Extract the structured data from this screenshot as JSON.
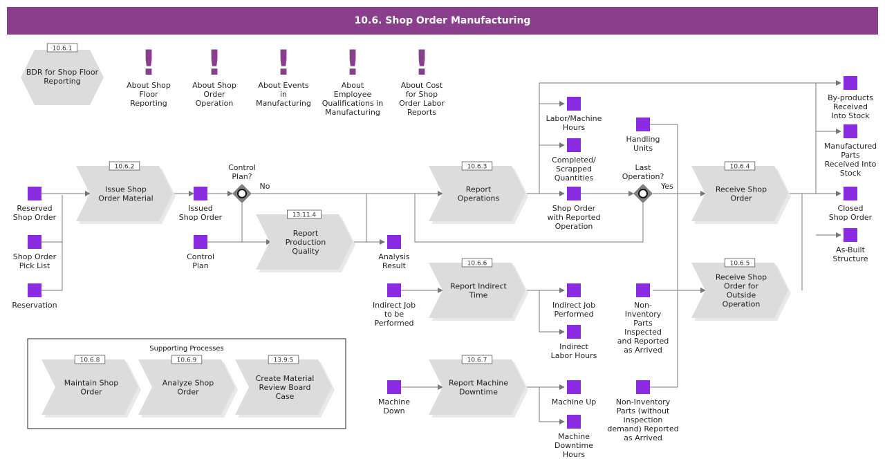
{
  "title": "10.6. Shop Order Manufacturing",
  "colors": {
    "header": "#8a3f8c",
    "object": "#8a2be2",
    "process": "#dcdcdc",
    "gateway": "#808080"
  },
  "hexagon": {
    "tag": "10.6.1",
    "label": [
      "BDR for Shop Floor",
      "Reporting"
    ]
  },
  "notes": [
    {
      "label": [
        "About Shop",
        "Floor",
        "Reporting"
      ]
    },
    {
      "label": [
        "About Shop",
        "Order",
        "Operation"
      ]
    },
    {
      "label": [
        "About Events",
        "in",
        "Manufacturing"
      ]
    },
    {
      "label": [
        "About",
        "Employee",
        "Qualifications in",
        "Manufacturing"
      ]
    },
    {
      "label": [
        "About Cost",
        "for Shop",
        "Order Labor",
        "Reports"
      ]
    }
  ],
  "processes": [
    {
      "id": "issue",
      "tag": "10.6.2",
      "label": [
        "Issue Shop",
        "Order Material"
      ]
    },
    {
      "id": "quality",
      "tag": "13.11.4",
      "label": [
        "Report",
        "Production",
        "Quality"
      ]
    },
    {
      "id": "report_ops",
      "tag": "10.6.3",
      "label": [
        "Report",
        "Operations"
      ]
    },
    {
      "id": "indirect",
      "tag": "10.6.6",
      "label": [
        "Report Indirect",
        "Time"
      ]
    },
    {
      "id": "downtime",
      "tag": "10.6.7",
      "label": [
        "Report Machine",
        "Downtime"
      ]
    },
    {
      "id": "receive",
      "tag": "10.6.4",
      "label": [
        "Receive Shop",
        "Order"
      ]
    },
    {
      "id": "receive_outside",
      "tag": "10.6.5",
      "label": [
        "Receive Shop",
        "Order for",
        "Outside",
        "Operation"
      ]
    }
  ],
  "objects": [
    {
      "id": "reserved",
      "label": [
        "Reserved",
        "Shop Order"
      ]
    },
    {
      "id": "picklist",
      "label": [
        "Shop Order",
        "Pick List"
      ]
    },
    {
      "id": "reservation",
      "label": [
        "Reservation"
      ]
    },
    {
      "id": "issued",
      "label": [
        "Issued",
        "Shop Order"
      ]
    },
    {
      "id": "control_plan",
      "label": [
        "Control",
        "Plan"
      ]
    },
    {
      "id": "analysis",
      "label": [
        "Analysis",
        "Result"
      ]
    },
    {
      "id": "indirect_job",
      "label": [
        "Indirect Job",
        "to be",
        "Performed"
      ]
    },
    {
      "id": "machine_down",
      "label": [
        "Machine",
        "Down"
      ]
    },
    {
      "id": "labor_hours",
      "label": [
        "Labor/Machine",
        "Hours"
      ]
    },
    {
      "id": "completed",
      "label": [
        "Completed/",
        "Scrapped",
        "Quantities"
      ]
    },
    {
      "id": "reported_op",
      "label": [
        "Shop Order",
        "with Reported",
        "Operation"
      ]
    },
    {
      "id": "indirect_performed",
      "label": [
        "Indirect Job",
        "Performed"
      ]
    },
    {
      "id": "indirect_labor",
      "label": [
        "Indirect",
        "Labor Hours"
      ]
    },
    {
      "id": "machine_up",
      "label": [
        "Machine Up"
      ]
    },
    {
      "id": "downtime_hours",
      "label": [
        "Machine",
        "Downtime",
        "Hours"
      ]
    },
    {
      "id": "handling",
      "label": [
        "Handling",
        "Units"
      ]
    },
    {
      "id": "noninv_inspected",
      "label": [
        "Non-",
        "Inventory",
        "Parts",
        "Inspected",
        "and Reported",
        "as Arrived"
      ]
    },
    {
      "id": "noninv_noinsp",
      "label": [
        "Non-Inventory",
        "Parts (without",
        "inspection",
        "demand) Reported",
        "as Arrived"
      ]
    },
    {
      "id": "byproducts",
      "label": [
        "By-products",
        "Received",
        "Into Stock"
      ]
    },
    {
      "id": "manufactured",
      "label": [
        "Manufactured",
        "Parts",
        "Received Into",
        "Stock"
      ]
    },
    {
      "id": "closed",
      "label": [
        "Closed",
        "Shop Order"
      ]
    },
    {
      "id": "asbuilt",
      "label": [
        "As-Built",
        "Structure"
      ]
    }
  ],
  "gateways": [
    {
      "id": "control",
      "label": [
        "Control",
        "Plan?"
      ],
      "branch": "No"
    },
    {
      "id": "last_op",
      "label": [
        "Last",
        "Operation?"
      ],
      "branch": "Yes"
    }
  ],
  "supporting": {
    "title": "Supporting Processes",
    "items": [
      {
        "tag": "10.6.8",
        "label": [
          "Maintain Shop",
          "Order"
        ]
      },
      {
        "tag": "10.6.9",
        "label": [
          "Analyze Shop",
          "Order"
        ]
      },
      {
        "tag": "13.9.5",
        "label": [
          "Create Material",
          "Review Board",
          "Case"
        ]
      }
    ]
  }
}
